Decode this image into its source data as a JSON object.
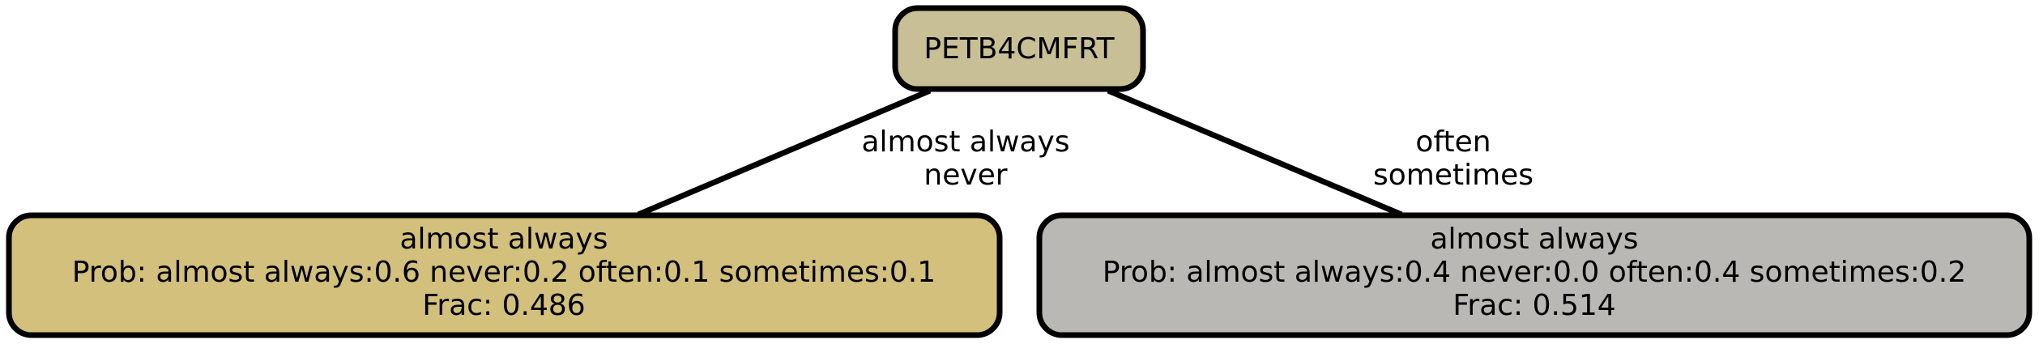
{
  "tree": {
    "root": {
      "label": "PETB4CMFRT",
      "fill": "#c8bf96"
    },
    "edges": {
      "left": [
        "almost always",
        "never"
      ],
      "right": [
        "often",
        "sometimes"
      ]
    },
    "nodes": {
      "left": {
        "title": "almost always",
        "prob": "Prob: almost always:0.6 never:0.2 often:0.1 sometimes:0.1",
        "frac": "Frac: 0.486",
        "fill": "#d2c07c"
      },
      "right": {
        "title": "almost always",
        "prob": "Prob: almost always:0.4 never:0.0 often:0.4 sometimes:0.2",
        "frac": "Frac: 0.514",
        "fill": "#b9b8b4"
      }
    },
    "stroke_color": "#000000"
  }
}
